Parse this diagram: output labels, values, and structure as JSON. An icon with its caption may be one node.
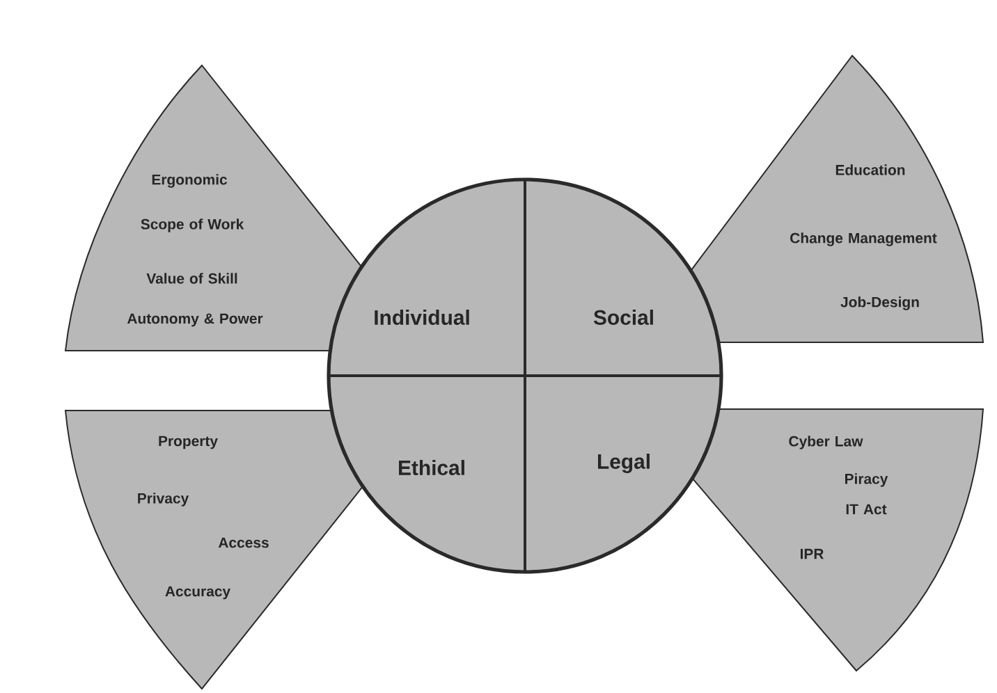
{
  "diagram": {
    "nodes": [
      {
        "text": [
          "Ergonomic",
          "Scope of Work",
          "Value of Skill",
          "Autonomy & Power"
        ]
      },
      {
        "text": [
          "Individual"
        ]
      },
      {
        "text": [
          "Social"
        ]
      },
      {
        "text": [
          "Education",
          "Change Management",
          "Job-Design"
        ]
      },
      {
        "text": [
          "Property",
          "Privacy",
          "Access",
          "Accuracy"
        ]
      },
      {
        "text": [
          "Ethical"
        ]
      },
      {
        "text": [
          "Legal"
        ]
      },
      {
        "text": [
          "Cyber Law",
          "Piracy",
          "IT Act",
          "IPR"
        ]
      }
    ]
  }
}
